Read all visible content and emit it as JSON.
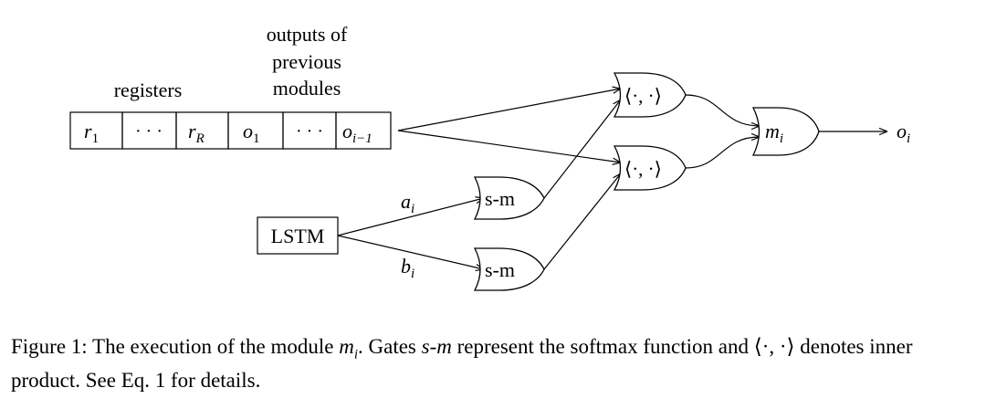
{
  "labels": {
    "registers": "registers",
    "outputs_line1": "outputs of",
    "outputs_line2": "previous",
    "outputs_line3": "modules"
  },
  "memory_cells": {
    "r1": "r",
    "r1_sub": "1",
    "dots1": "· · ·",
    "rR": "r",
    "rR_sub": "R",
    "o1": "o",
    "o1_sub": "1",
    "dots2": "· · ·",
    "oi1": "o",
    "oi1_sub": "i−1"
  },
  "nodes": {
    "lstm": "LSTM",
    "softmax_gate": "s-m",
    "inner_product_gate": "⟨·, ·⟩",
    "module_gate": "m",
    "module_gate_sub": "i",
    "output": "o",
    "output_sub": "i"
  },
  "edges": {
    "a_label": "a",
    "a_sub": "i",
    "b_label": "b",
    "b_sub": "i"
  },
  "caption": {
    "fig": "Figure 1:",
    "text1": "The execution of the module",
    "m": "m",
    "m_sub": "i",
    "text2": ".  Gates",
    "sm": "s-m",
    "text3": "represent the softmax function and",
    "ip": "⟨·, ·⟩",
    "text4": "denotes inner product. See Eq. 1 for details."
  }
}
